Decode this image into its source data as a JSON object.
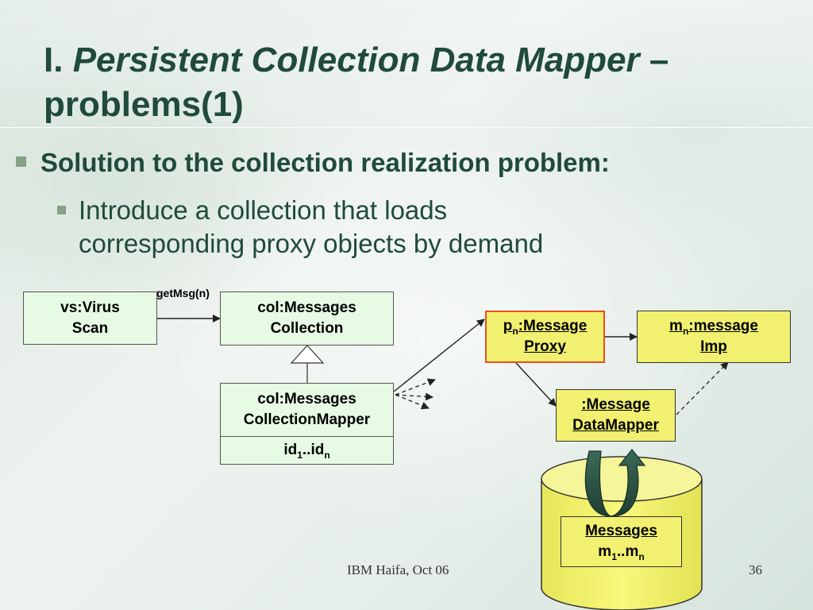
{
  "slide": {
    "title_prefix": "I.",
    "title_italic": "Persistent Collection Data Mapper",
    "title_suffix": " –",
    "title_line2": "problems(1)",
    "bullet_level1": "Solution to the collection realization problem:",
    "bullet_level2_line1": "Introduce a collection that loads",
    "bullet_level2_line2": "corresponding proxy objects by demand"
  },
  "diagram": {
    "virus_line1": "vs:Virus",
    "virus_line2": "Scan",
    "call_label": "getMsg(n)",
    "collection_line1": "col:Messages",
    "collection_line2": "Collection",
    "mapper_line1": "col:Messages",
    "mapper_line2": "CollectionMapper",
    "ids_pre": "id",
    "ids_sub1": "1",
    "ids_mid": "..id",
    "ids_subn": "n",
    "proxy_pre": "p",
    "proxy_sub": "n",
    "proxy_post": ":Message",
    "proxy_line2": "Proxy",
    "imp_pre": "m",
    "imp_sub": "n",
    "imp_post": ":message",
    "imp_line2": "Imp",
    "datamapper_line1": ":Message",
    "datamapper_line2": "DataMapper",
    "db_title": "Messages",
    "db_pre": "m",
    "db_sub1": "1",
    "db_mid": "..m",
    "db_subn": "n"
  },
  "footer": {
    "org_date": "IBM Haifa, Oct 06",
    "page_number": "36"
  }
}
